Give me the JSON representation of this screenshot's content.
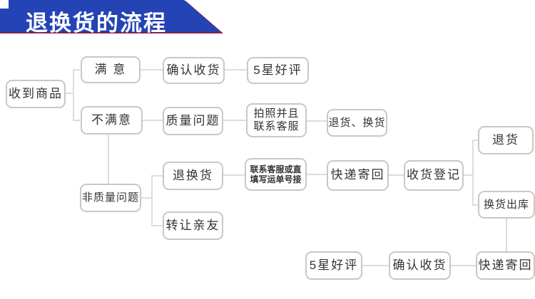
{
  "banner": {
    "title": "退换货的流程"
  },
  "colors": {
    "banner_bg": "#2444b5",
    "banner_edge": "#7d2150",
    "title_text": "#ffffff",
    "box_border": "#cdc5c6",
    "connector_line": "#e2dcd6",
    "text": "#333333"
  },
  "flowchart": {
    "nodes": [
      {
        "label": "收到商品"
      },
      {
        "label": "满 意"
      },
      {
        "label": "确认收货"
      },
      {
        "label": "5星好评"
      },
      {
        "label": "不满意"
      },
      {
        "label": "质量问题"
      },
      {
        "line1": "拍照并且",
        "line2": "联系客服"
      },
      {
        "label": "退货、换货"
      },
      {
        "label": "非质量问题"
      },
      {
        "label": "退换货"
      },
      {
        "label": "转让亲友"
      },
      {
        "line1": "联系客服或直",
        "line2": "填写运单号接"
      },
      {
        "label": "快递寄回"
      },
      {
        "label": "收货登记"
      },
      {
        "label": "退货"
      },
      {
        "label": "换货出库"
      },
      {
        "label": "5星好评"
      },
      {
        "label": "确认收货"
      },
      {
        "label": "快递寄回"
      }
    ]
  }
}
